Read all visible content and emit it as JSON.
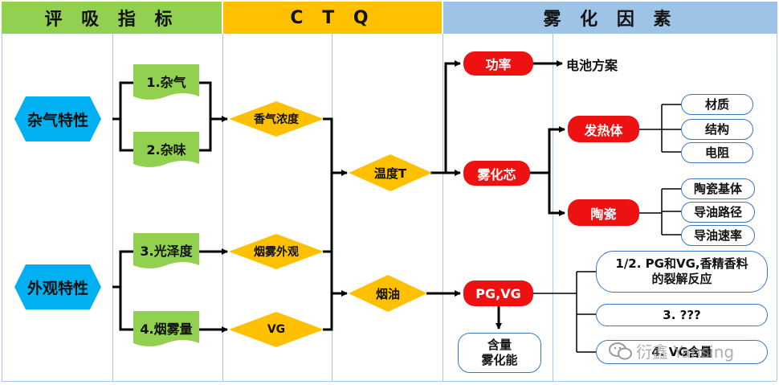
{
  "headers": {
    "left": "评 吸 指 标",
    "middle": "C T Q",
    "right": "雾 化 因 素"
  },
  "colors": {
    "left_header": "#92d050",
    "middle_header": "#ffc000",
    "right_header": "#9dc3e6",
    "hexagon": "#00b0f0",
    "flag": "#92d050",
    "diamond": "#ffc000",
    "red_node": "#ee1111",
    "pill_border": "#3a78c0"
  },
  "categories": {
    "impurity": "杂气特性",
    "appearance": "外观特性"
  },
  "indicators": {
    "i1": "1.杂气",
    "i2": "2.杂味",
    "i3": "3.光泽度",
    "i4": "4.烟雾量"
  },
  "ctq": {
    "aroma": "香气浓度",
    "smoke_look": "烟雾外观",
    "vg": "VG",
    "temp": "温度T",
    "oil": "烟油"
  },
  "factors": {
    "power": "功率",
    "battery": "电池方案",
    "atomizer": "雾化芯",
    "heater": "发热体",
    "material": "材质",
    "structure": "结构",
    "resistance": "电阻",
    "ceramic": "陶瓷",
    "ceramic_base": "陶瓷基体",
    "oil_path": "导油路径",
    "oil_speed": "导油速率",
    "pgvg": "PG,VG",
    "content_line1": "含量",
    "content_line2": "雾化能",
    "cause1_line1": "1/2. PG和VG,香精香料",
    "cause1_line2": "的裂解反应",
    "cause2": "3. ???",
    "cause3": "4. VG含量"
  },
  "watermark": "衍鑫 Yansing"
}
